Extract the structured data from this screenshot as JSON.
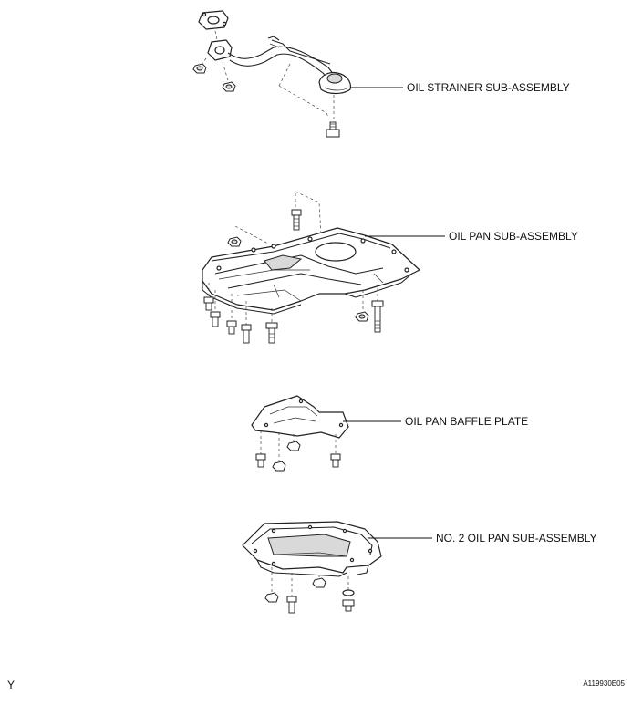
{
  "labels": {
    "oil_strainer": "OIL STRAINER SUB-ASSEMBLY",
    "oil_pan": "OIL PAN SUB-ASSEMBLY",
    "baffle_plate": "OIL PAN BAFFLE PLATE",
    "no2_oil_pan": "NO. 2 OIL PAN SUB-ASSEMBLY"
  },
  "footer": {
    "left_mark": "Y",
    "figure_code": "A119930E05"
  }
}
